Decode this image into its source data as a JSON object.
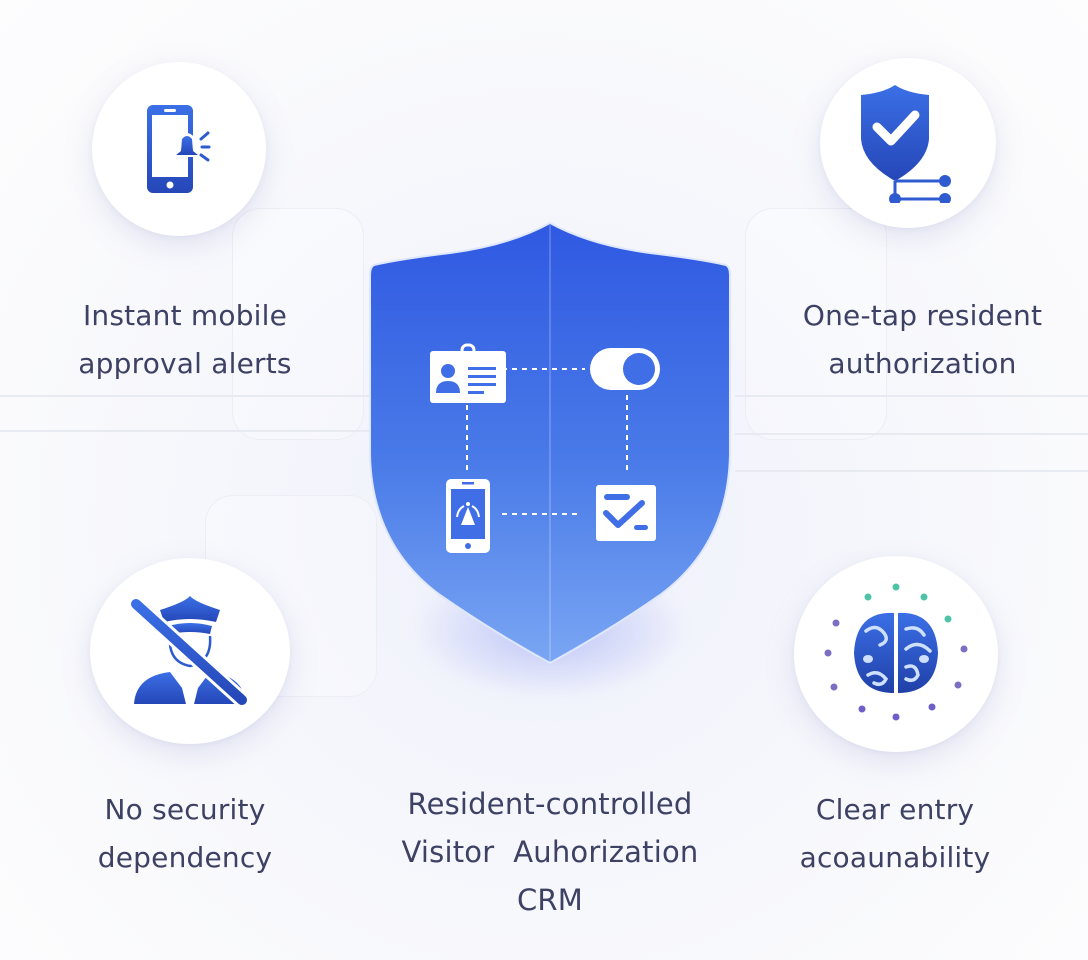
{
  "colors": {
    "accent": "#3b63e0",
    "accent_dark": "#2547b8",
    "shield_top": "#2f5be0",
    "shield_bottom": "#7aa3f2",
    "text": "#3d4264",
    "dot_teal": "#4fc3a8",
    "dot_purple": "#6d5fc7"
  },
  "features": [
    {
      "icon": "phone-bell-icon",
      "lines": [
        "Instant mobile",
        "approval alerts"
      ]
    },
    {
      "icon": "shield-check-network-icon",
      "lines": [
        "One-tap resident",
        "authorization"
      ]
    },
    {
      "icon": "no-guard-icon",
      "lines": [
        "No security",
        "dependency"
      ]
    },
    {
      "icon": "brain-icon",
      "lines": [
        "Clear entry",
        "acoaunability"
      ]
    }
  ],
  "center": {
    "icon": "shield-icon",
    "inner_icons": [
      "id-badge-icon",
      "toggle-icon",
      "phone-alert-icon",
      "checklist-icon"
    ],
    "title_lines": [
      "Resident-controlled",
      "Visitor  Auhorization",
      "CRM"
    ]
  }
}
